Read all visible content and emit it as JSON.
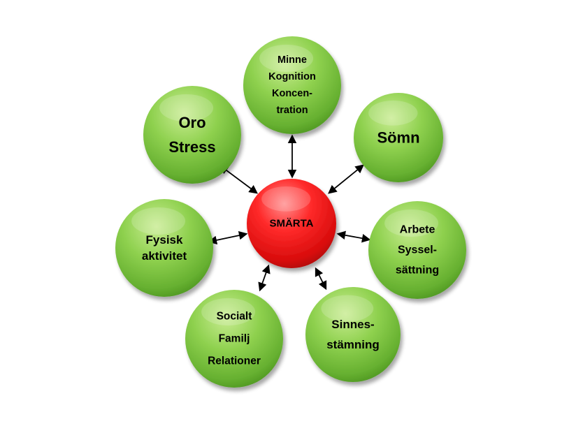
{
  "diagram": {
    "colors": {
      "center_fill": "#e8141c",
      "outer_fill": "#7cc242",
      "text": "#000000",
      "arrow": "#000000"
    },
    "center": {
      "label_lines": [
        "SMÄRTA"
      ]
    },
    "nodes": [
      {
        "id": "minne",
        "label_lines": [
          "Minne",
          "Kognition",
          "Koncen-",
          "tration"
        ]
      },
      {
        "id": "somn",
        "label_lines": [
          "Sömn"
        ]
      },
      {
        "id": "arbete",
        "label_lines": [
          "Arbete",
          "Syssel-",
          "sättning"
        ]
      },
      {
        "id": "sinnes",
        "label_lines": [
          "Sinnes-",
          "stämning"
        ]
      },
      {
        "id": "socialt",
        "label_lines": [
          "Socialt",
          "Familj",
          "Relationer"
        ]
      },
      {
        "id": "fysisk",
        "label_lines": [
          "Fysisk",
          "aktivitet"
        ]
      },
      {
        "id": "oro",
        "label_lines": [
          "Oro",
          "Stress"
        ]
      }
    ]
  }
}
